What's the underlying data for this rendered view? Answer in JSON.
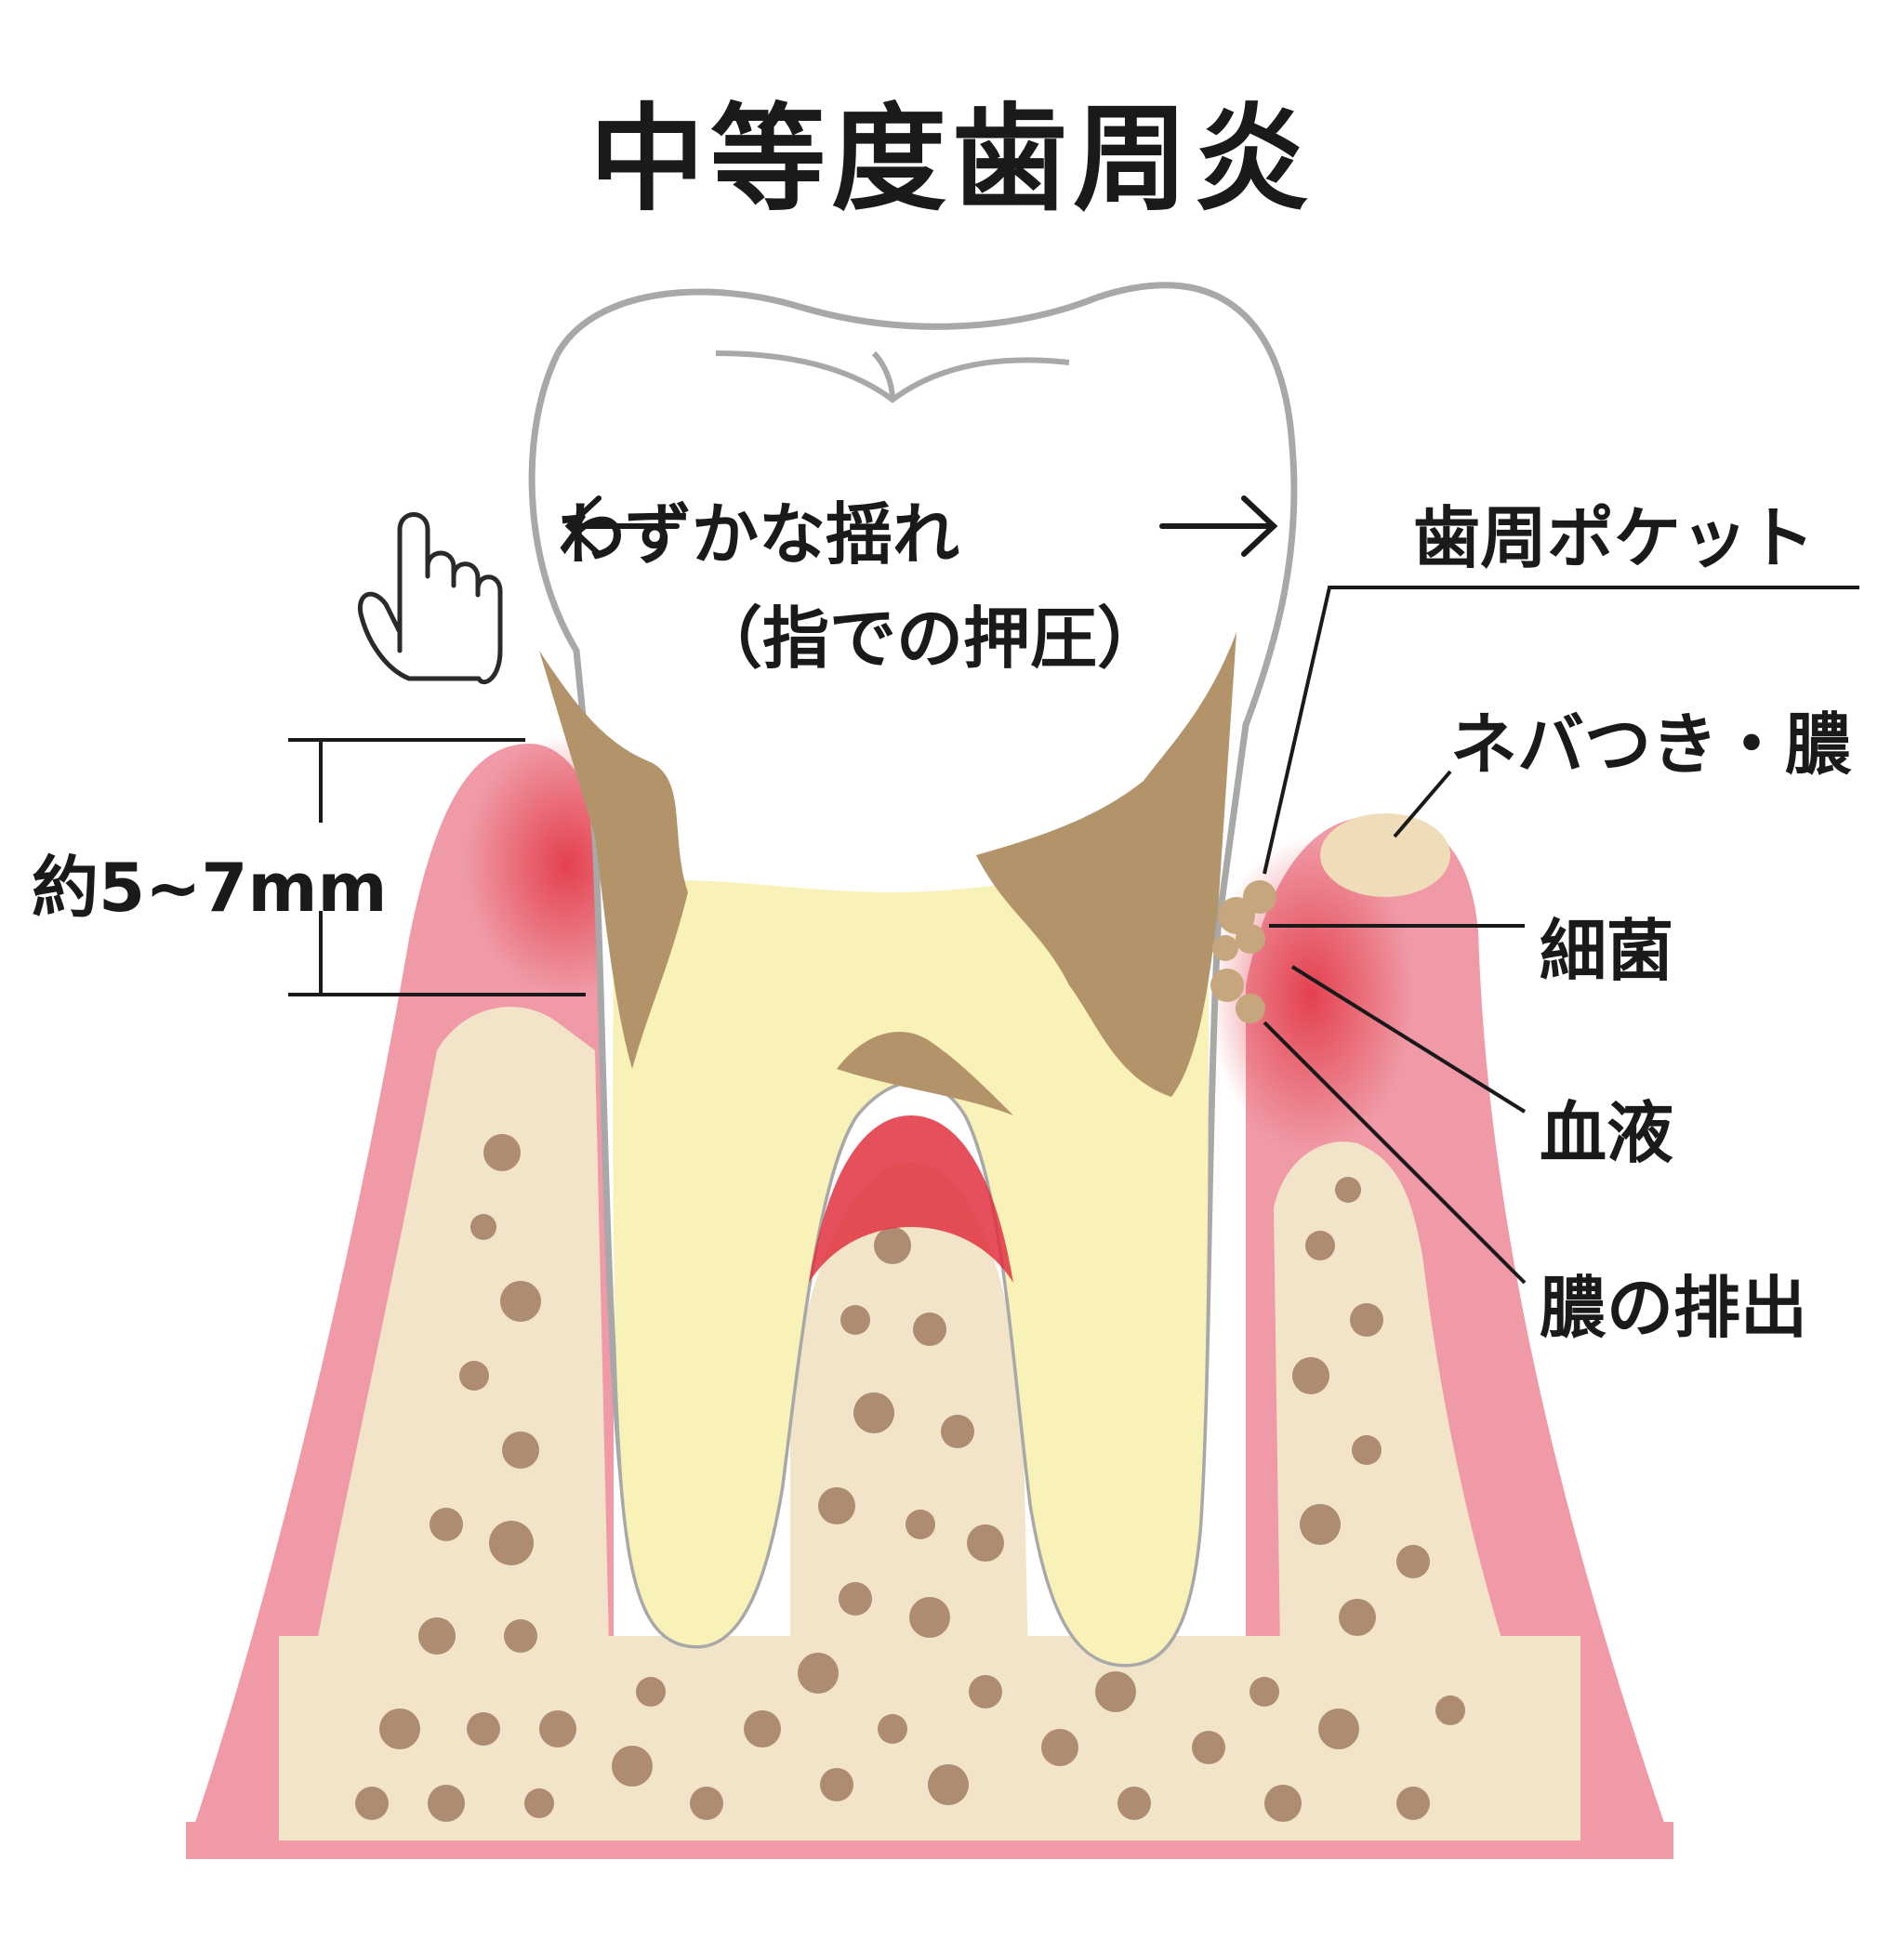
{
  "title": "中等度歯周炎",
  "labels": {
    "wobble": "わずかな揺れ",
    "press": "（指での押圧）",
    "depth": "約5~7mm",
    "pocket": "歯周ポケット",
    "pus_sticky": "ネバつき・膿",
    "bacteria": "細菌",
    "blood": "血液",
    "pus_drain": "膿の排出"
  },
  "icons": {
    "pointer": "pointing-hand-icon",
    "left_arrow": "left-arrow-icon",
    "right_arrow": "right-arrow-icon"
  },
  "colors": {
    "gum_pink": "#ef9aa6",
    "gum_red": "#e2313f",
    "bone": "#f1e4c9",
    "bone_pore": "#ad8c72",
    "plaque": "#b3946a",
    "tooth": "#ffffff",
    "root": "#f8f1b8"
  }
}
